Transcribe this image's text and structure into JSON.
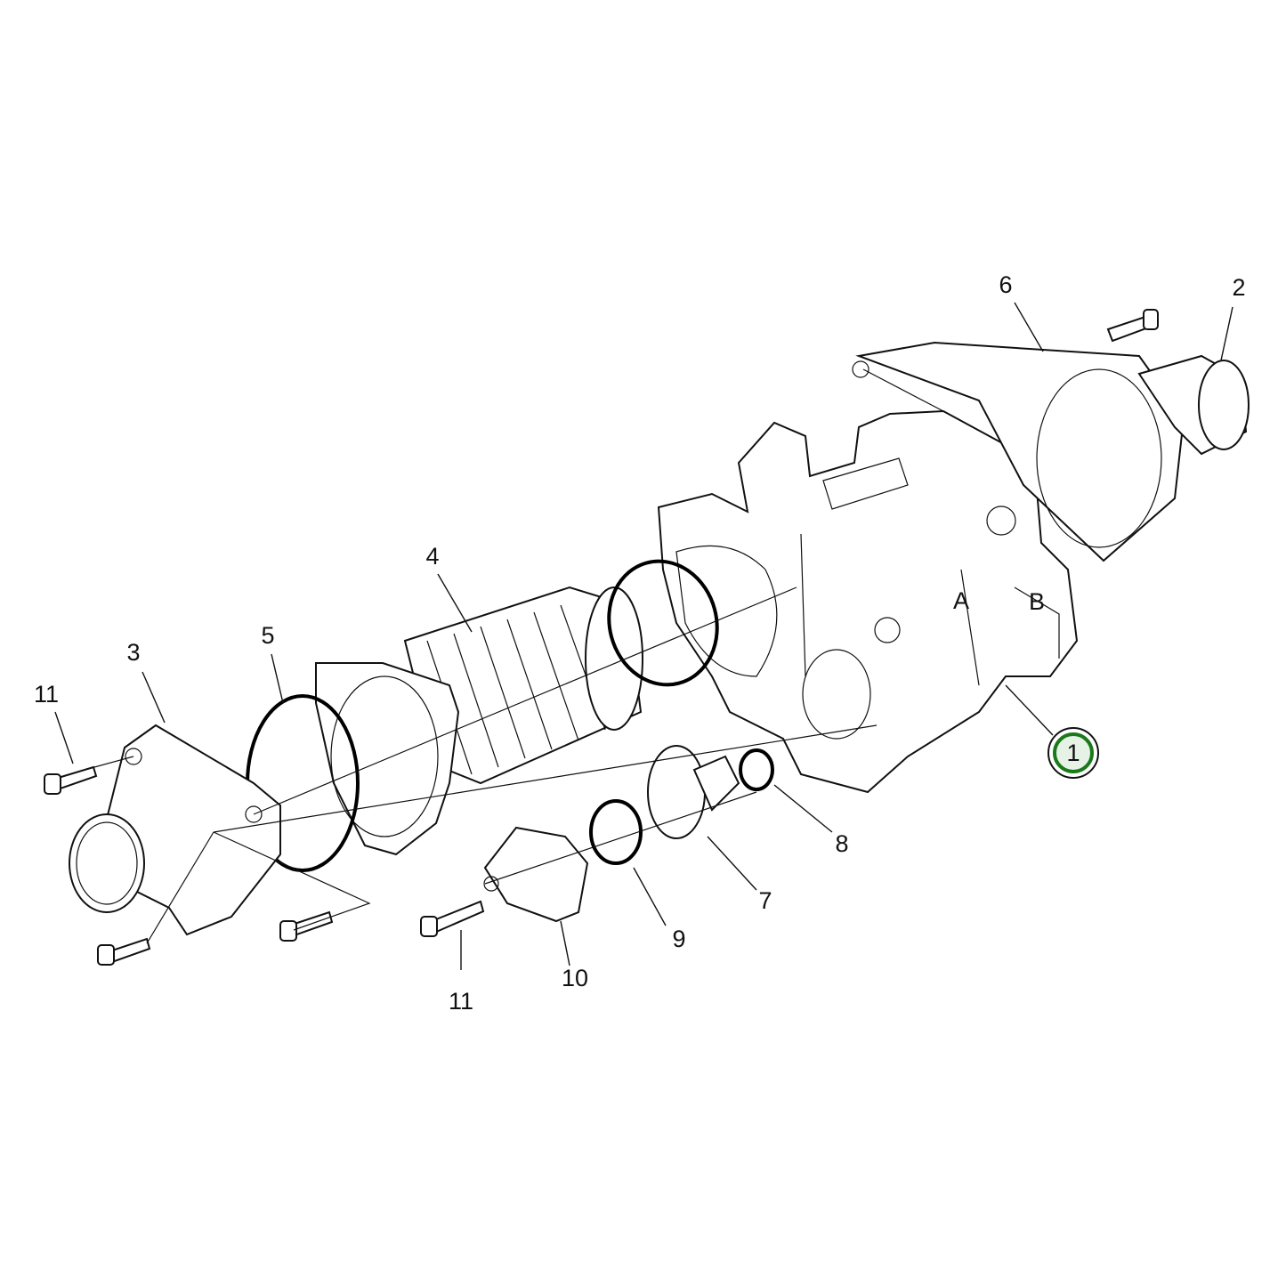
{
  "diagram": {
    "type": "exploded parts diagram",
    "callouts": [
      {
        "id": "6",
        "label": "6"
      },
      {
        "id": "2",
        "label": "2"
      },
      {
        "id": "4",
        "label": "4"
      },
      {
        "id": "5",
        "label": "5"
      },
      {
        "id": "3",
        "label": "3"
      },
      {
        "id": "11a",
        "label": "11"
      },
      {
        "id": "1",
        "label": "1",
        "highlighted": true
      },
      {
        "id": "8",
        "label": "8"
      },
      {
        "id": "7",
        "label": "7"
      },
      {
        "id": "9",
        "label": "9"
      },
      {
        "id": "10",
        "label": "10"
      },
      {
        "id": "11b",
        "label": "11"
      }
    ],
    "housing_marks": {
      "a": "A",
      "b": "B"
    },
    "colors": {
      "highlight_ring": "#1a7a1a",
      "highlight_fill": "#e6f2e6",
      "line": "#111111"
    }
  }
}
